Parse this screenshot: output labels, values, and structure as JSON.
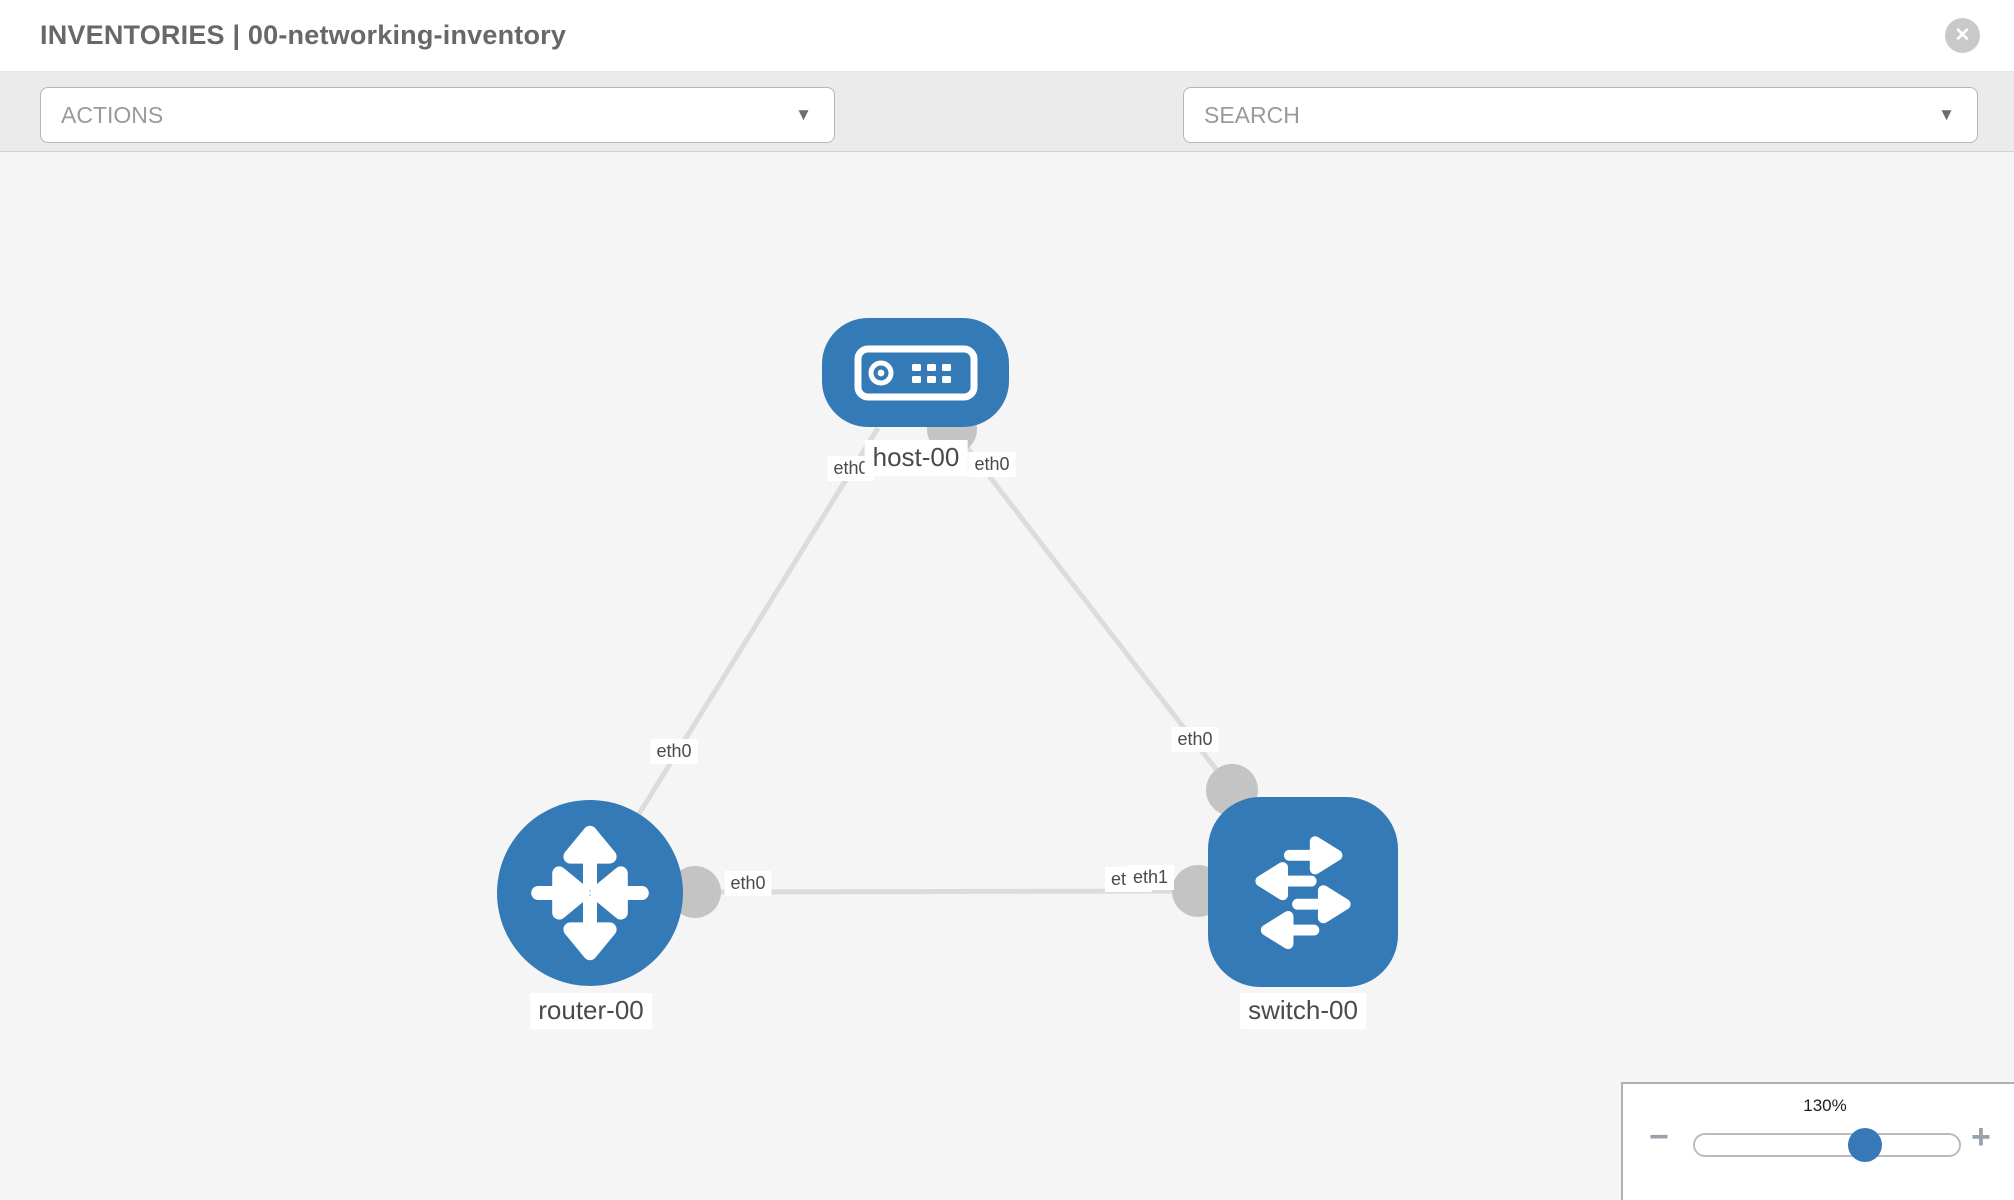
{
  "header": {
    "section": "INVENTORIES",
    "separator": " | ",
    "inventory_name": "00-networking-inventory"
  },
  "icons": {
    "close": "✕",
    "caret_down": "▼",
    "wrench": "wrench-icon",
    "key": "key-icon",
    "minus": "−",
    "plus": "+"
  },
  "toolbar": {
    "actions_label": "ACTIONS",
    "search_label": "SEARCH"
  },
  "topology": {
    "nodes": [
      {
        "id": "host-00",
        "type": "host",
        "label": "host-00"
      },
      {
        "id": "router-00",
        "type": "router",
        "label": "router-00"
      },
      {
        "id": "switch-00",
        "type": "switch",
        "label": "switch-00"
      }
    ],
    "links": [
      {
        "from": "router-00",
        "to": "host-00",
        "from_iface": "eth0",
        "to_iface": "eth0"
      },
      {
        "from": "switch-00",
        "to": "host-00",
        "from_iface": "eth0",
        "to_iface": "eth0"
      },
      {
        "from": "router-00",
        "to": "switch-00",
        "from_iface": "eth0",
        "to_iface": "eth1",
        "to_iface_behind": "eth0"
      }
    ]
  },
  "zoom_control": {
    "level": "130%"
  },
  "colors": {
    "node_blue": "#337ab7",
    "link_gray": "#dcdcdc",
    "connector_gray": "#c4c4c4",
    "icon_gray": "#7f8994"
  }
}
